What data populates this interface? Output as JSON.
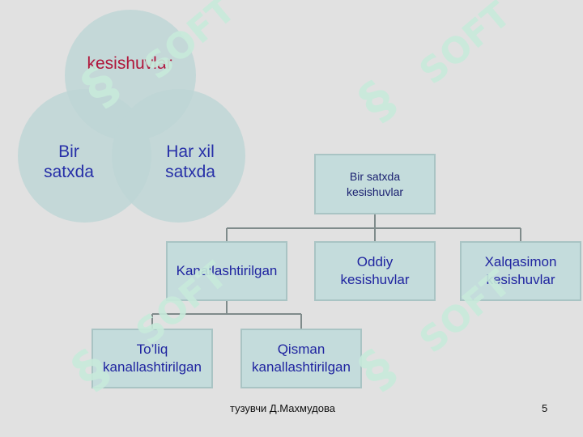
{
  "venn": {
    "top_label": "kesishuvlar",
    "left_label": "Bir\nsatxda",
    "right_label": "Har xil\nsatxda",
    "colors": {
      "top_label": "#b0163a",
      "side_labels": "#2730a8",
      "circle_fill": "#bed6d6"
    }
  },
  "tree": {
    "root": "Bir satxda\nkesishuvlar",
    "level1": [
      "Kanallashtirilgan",
      "Oddiy\nkesishuvlar",
      "Xalqasimon\nkesishuvlar"
    ],
    "level2": [
      "To’liq\nkanallashtirilgan",
      "Qisman\nkanallashtirilgan"
    ],
    "colors": {
      "box_fill": "#c4dcdc",
      "text": "#1f24a0",
      "root_text": "#1a2070",
      "connector": "#7f8b8b"
    }
  },
  "footer": {
    "author": "тузувчи Д.Махмудова",
    "page_number": "5"
  },
  "watermark": {
    "text": "SOFT",
    "icon": "soft-logo-icon"
  }
}
